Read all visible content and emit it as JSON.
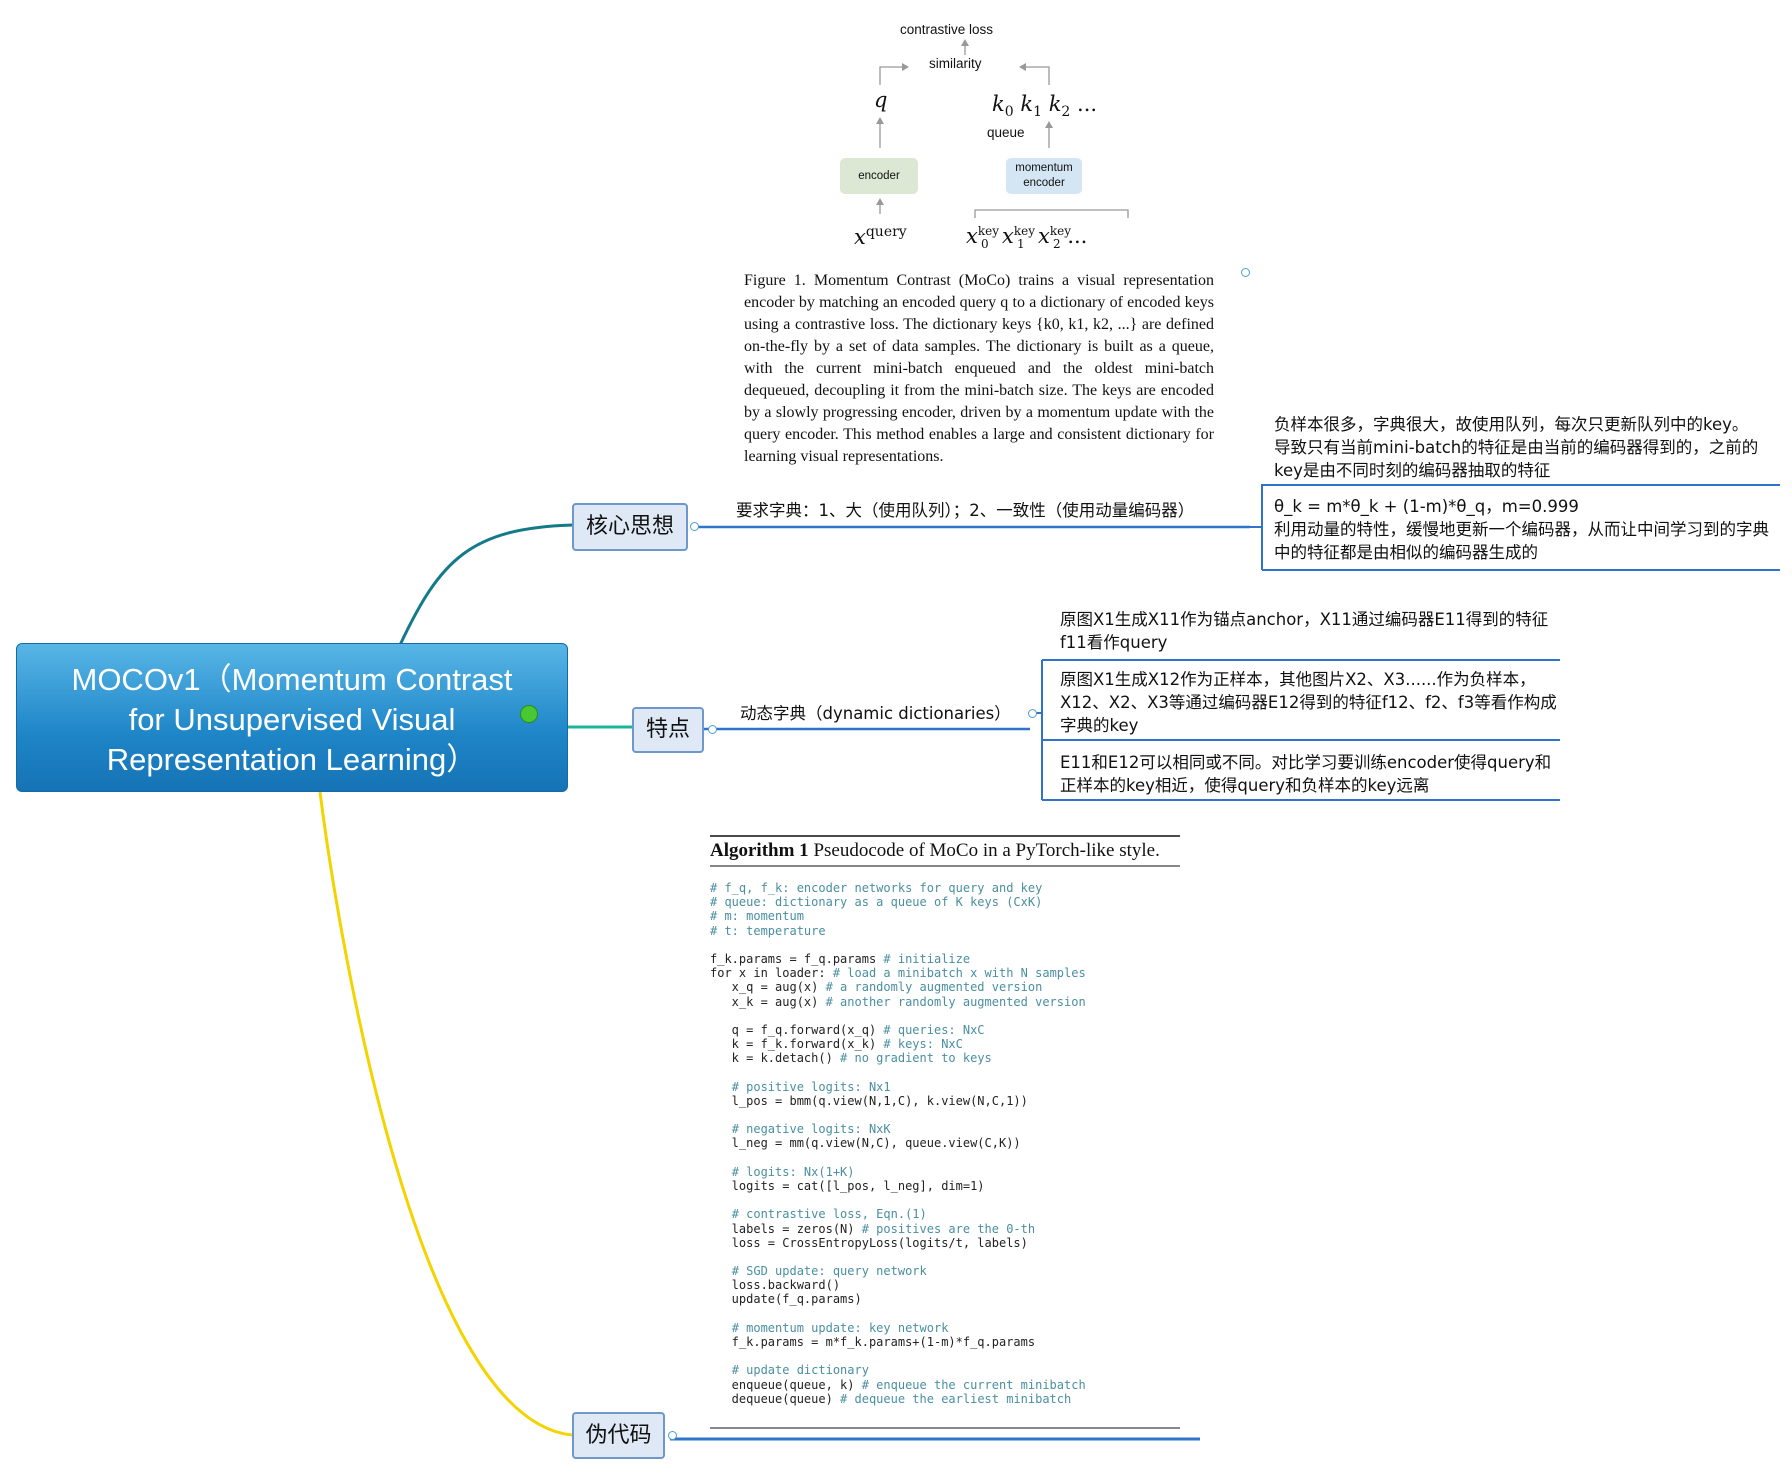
{
  "root": {
    "title": "MOCOv1（Momentum Contrast for Unsupervised Visual Representation Learning）"
  },
  "topics": {
    "core": {
      "label": "核心思想",
      "summary": "要求字典：1、大（使用队列）；2、一致性（使用动量编码器）",
      "notes": [
        "负样本很多，字典很大，故使用队列，每次只更新队列中的key。导致只有当前mini-batch的特征是由当前的编码器得到的，之前的 key是由不同时刻的编码器抽取的特征",
        "θ_k = m*θ_k + (1-m)*θ_q，m=0.999\n利用动量的特性，缓慢地更新一个编码器，从而让中间学习到的字典中的特征都是由相似的编码器生成的"
      ]
    },
    "feature": {
      "label": "特点",
      "summary": "动态字典（dynamic dictionaries）",
      "notes": [
        "原图X1生成X11作为锚点anchor，X11通过编码器E11得到的特征f11看作query",
        "原图X1生成X12作为正样本，其他图片X2、X3......作为负样本，X12、X2、X3等通过编码器E12得到的特征f12、f2、f3等看作构成字典的key",
        "E11和E12可以相同或不同。对比学习要训练encoder使得query和正样本的key相近，使得query和负样本的key远离"
      ]
    },
    "pseudo": {
      "label": "伪代码"
    }
  },
  "figure": {
    "loss": "contrastive loss",
    "similarity": "similarity",
    "q": "q",
    "keys": "k",
    "queue": "queue",
    "encoder": "encoder",
    "momentum_encoder": "momentum encoder",
    "x_query": "x",
    "caption": "Figure 1. Momentum Contrast (MoCo) trains a visual representation encoder by matching an encoded query q to a dictionary of encoded keys using a contrastive loss. The dictionary keys {k0, k1, k2, ...} are defined on-the-fly by a set of data samples. The dictionary is built as a queue, with the current mini-batch enqueued and the oldest mini-batch dequeued, decoupling it from the mini-batch size. The keys are encoded by a slowly progressing encoder, driven by a momentum update with the query encoder. This method enables a large and consistent dictionary for learning visual representations."
  },
  "algorithm": {
    "title_bold": "Algorithm 1",
    "title_rest": " Pseudocode of MoCo in a PyTorch-like style.",
    "lines": [
      [
        "",
        "# f_q, f_k: encoder networks for query and key"
      ],
      [
        "",
        "# queue: dictionary as a queue of K keys (CxK)"
      ],
      [
        "",
        "# m: momentum"
      ],
      [
        "",
        "# t: temperature"
      ],
      [
        "",
        ""
      ],
      [
        "f_k.params = f_q.params ",
        "# initialize"
      ],
      [
        "for x in loader: ",
        "# load a minibatch x with N samples"
      ],
      [
        "   x_q = aug(x) ",
        "# a randomly augmented version"
      ],
      [
        "   x_k = aug(x) ",
        "# another randomly augmented version"
      ],
      [
        "",
        ""
      ],
      [
        "   q = f_q.forward(x_q) ",
        "# queries: NxC"
      ],
      [
        "   k = f_k.forward(x_k) ",
        "# keys: NxC"
      ],
      [
        "   k = k.detach() ",
        "# no gradient to keys"
      ],
      [
        "",
        ""
      ],
      [
        "   ",
        "# positive logits: Nx1"
      ],
      [
        "   l_pos = bmm(q.view(N,1,C), k.view(N,C,1))",
        ""
      ],
      [
        "",
        ""
      ],
      [
        "   ",
        "# negative logits: NxK"
      ],
      [
        "   l_neg = mm(q.view(N,C), queue.view(C,K))",
        ""
      ],
      [
        "",
        ""
      ],
      [
        "   ",
        "# logits: Nx(1+K)"
      ],
      [
        "   logits = cat([l_pos, l_neg], dim=1)",
        ""
      ],
      [
        "",
        ""
      ],
      [
        "   ",
        "# contrastive loss, Eqn.(1)"
      ],
      [
        "   labels = zeros(N) ",
        "# positives are the 0-th"
      ],
      [
        "   loss = CrossEntropyLoss(logits/t, labels)",
        ""
      ],
      [
        "",
        ""
      ],
      [
        "   ",
        "# SGD update: query network"
      ],
      [
        "   loss.backward()",
        ""
      ],
      [
        "   update(f_q.params)",
        ""
      ],
      [
        "",
        ""
      ],
      [
        "   ",
        "# momentum update: key network"
      ],
      [
        "   f_k.params = m*f_k.params+(1-m)*f_q.params",
        ""
      ],
      [
        "",
        ""
      ],
      [
        "   ",
        "# update dictionary"
      ],
      [
        "   enqueue(queue, k) ",
        "# enqueue the current minibatch"
      ],
      [
        "   dequeue(queue) ",
        "# dequeue the earliest minibatch"
      ]
    ]
  },
  "colors": {
    "core_branch": "#137a8a",
    "feature_branch": "#1bb59a",
    "pseudo_branch": "#f3d300",
    "underline": "#2f74c8"
  }
}
